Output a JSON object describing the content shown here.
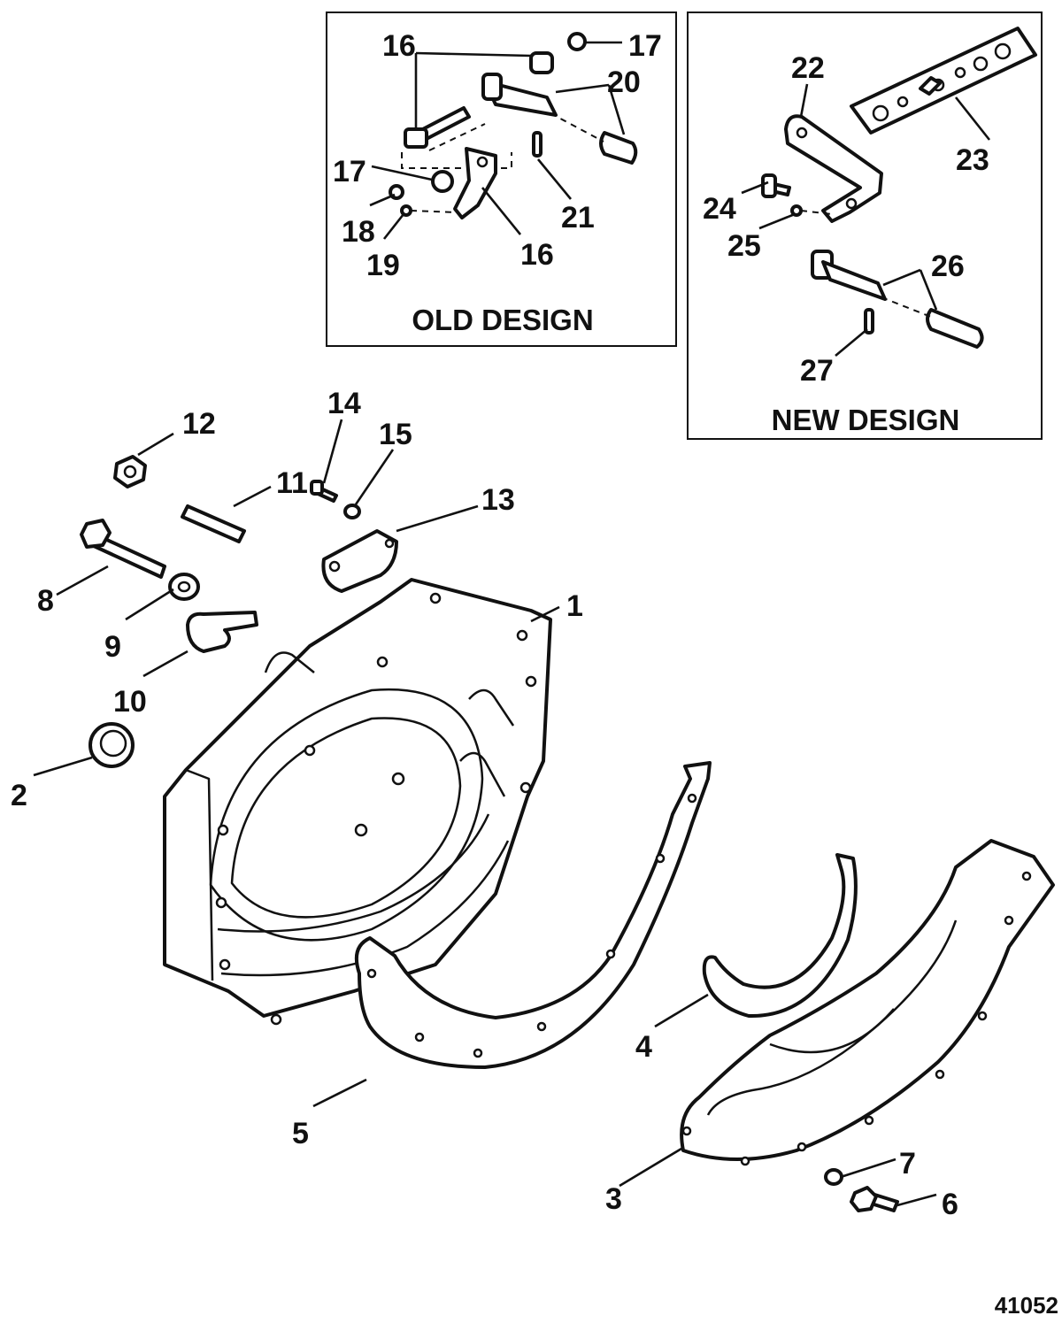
{
  "figure": {
    "figure_number": "41052"
  },
  "insets": {
    "old_design": {
      "caption": "OLD DESIGN"
    },
    "new_design": {
      "caption": "NEW DESIGN"
    }
  },
  "callouts": {
    "c1": "1",
    "c2": "2",
    "c3": "3",
    "c4": "4",
    "c5": "5",
    "c6": "6",
    "c7": "7",
    "c8": "8",
    "c9": "9",
    "c10": "10",
    "c11": "11",
    "c12": "12",
    "c13": "13",
    "c14": "14",
    "c15": "15",
    "c16a": "16",
    "c16b": "16",
    "c17a": "17",
    "c17b": "17",
    "c18": "18",
    "c19": "19",
    "c20": "20",
    "c21": "21",
    "c22": "22",
    "c23": "23",
    "c24": "24",
    "c25": "25",
    "c26": "26",
    "c27": "27"
  }
}
